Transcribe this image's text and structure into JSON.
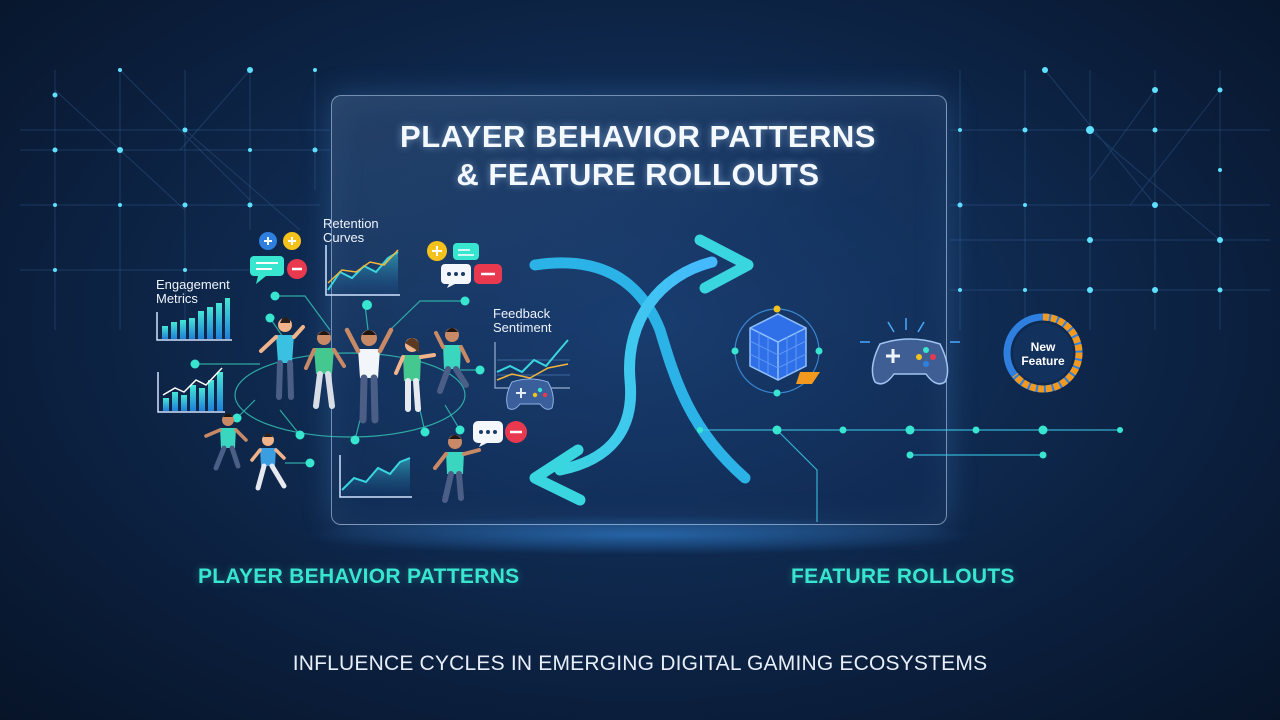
{
  "title": {
    "line1": "PLAYER BEHAVIOR PATTERNS",
    "line2": "& FEATURE ROLLOUTS"
  },
  "metrics": {
    "engagement": [
      "Engagement",
      "Metrics"
    ],
    "retention": [
      "Retention",
      "Curves"
    ],
    "feedback": [
      "Feedback",
      "Sentiment"
    ]
  },
  "badge": {
    "line1": "New",
    "line2": "Feature"
  },
  "sections": {
    "left": "PLAYER BEHAVIOR PATTERNS",
    "right": "FEATURE ROLLOUTS"
  },
  "footer": "INFLUENCE CYCLES IN EMERGING DIGITAL GAMING ECOSYSTEMS",
  "colors": {
    "accent_teal": "#38e6d0",
    "accent_cyan": "#3ac8e8",
    "background": "#0f2a50",
    "badge_orange": "#f39a1e",
    "badge_blue": "#2f7fe0",
    "cube_blue": "#2f6fe8"
  },
  "icons": [
    "chat-bubble-icon",
    "plus-badge-icon",
    "minus-badge-icon",
    "line-chart-icon",
    "bar-chart-icon",
    "gamepad-icon",
    "cube-icon",
    "cycle-arrows-icon",
    "person-icon"
  ]
}
